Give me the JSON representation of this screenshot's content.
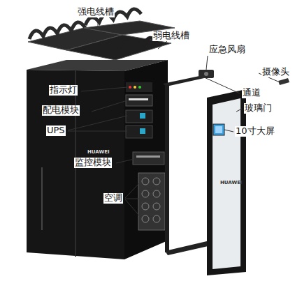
{
  "diagram": {
    "labels": [
      "强电线槽",
      "弱电线槽",
      "应急风扇",
      "摄像头",
      "指示灯",
      "通道",
      "配电模块",
      "玻璃门",
      "UPS",
      "10寸大屏",
      "监控模块",
      "空调",
      "HUAWEI",
      "HUAWEI"
    ]
  }
}
